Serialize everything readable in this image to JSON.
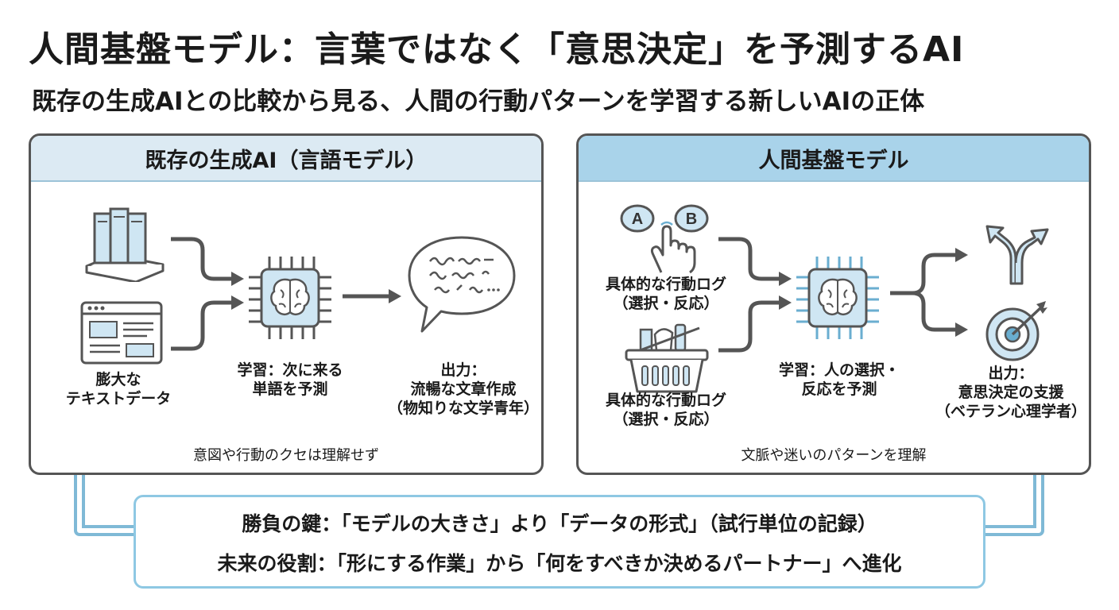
{
  "title": "人間基盤モデル：言葉ではなく「意思決定」を予測するAI",
  "subtitle": "既存の生成AIとの比較から見る、人間の行動パターンを学習する新しいAIの正体",
  "left_panel": {
    "header": "既存の生成AI（言語モデル）",
    "input_label_line1": "膨大な",
    "input_label_line2": "テキストデータ",
    "learning_label_line1": "学習：次に来る",
    "learning_label_line2": "単語を予測",
    "output_label_line1": "出力：",
    "output_label_line2": "流暢な文章作成",
    "output_label_line3": "（物知りな文学青年）",
    "note": "意図や行動のクセは理解せず",
    "speech_scribble": "m  ... "
  },
  "right_panel": {
    "header": "人間基盤モデル",
    "choice_a": "A",
    "choice_b": "B",
    "input1_label_line1": "具体的な行動ログ",
    "input1_label_line2": "（選択・反応）",
    "input2_label_line1": "具体的な行動ログ",
    "input2_label_line2": "（選択・反応）",
    "learning_label_line1": "学習：人の選択・",
    "learning_label_line2": "反応を予測",
    "output_label_line1": "出力：",
    "output_label_line2": "意思決定の支援",
    "output_label_line3": "（ベテラン心理学者）",
    "note": "文脈や迷いのパターンを理解"
  },
  "bottom": {
    "line1": "勝負の鍵：「モデルの大きさ」より「データの形式」（試行単位の記録）",
    "line2": "未来の役割：「形にする作業」から「何をすべきか決めるパートナー」へ進化"
  },
  "colors": {
    "accent_blue": "#8ec8e3",
    "header_left": "#dceaf3",
    "header_right": "#a9d3ea",
    "icon_stroke": "#555555",
    "icon_fill": "#cfe6f3"
  }
}
